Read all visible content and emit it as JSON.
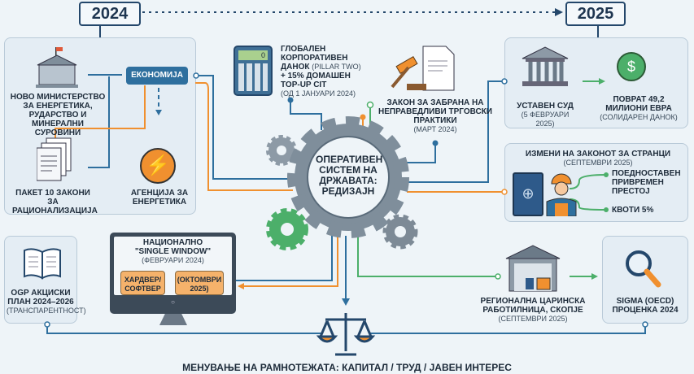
{
  "timeline": {
    "start_year": "2024",
    "end_year": "2025"
  },
  "left_panel": {
    "ministry": "НОВО МИНИСТЕРСТВО ЗА ЕНЕРГЕТИКА, РУДАРСТВО И МИНЕРАЛНИ СУРОВИНИ",
    "economy_badge": "ЕКОНОМИЈА",
    "laws_package": "ПАКЕТ 10 ЗАКОНИ ЗА РАЦИОНАЛИЗАЦИЈА",
    "energy_agency": "АГЕНЦИЈА ЗА ЕНЕРГЕТИКА"
  },
  "global_tax": {
    "title": "ГЛОБАЛЕН КОРПОРАТИВЕН ДАНОК",
    "sub1": "(PILLAR TWO)",
    "title2": "+ 15% ДОМАШЕН TOP-UP CIT",
    "date": "(ОД 1 ЈАНУАРИ 2024)",
    "calculator_display": "0"
  },
  "unfair_trade": {
    "title": "ЗАКОН ЗА ЗАБРАНА НА НЕПРАВЕДЛИВИ ТРГОВСКИ ПРАКТИКИ",
    "date": "(МАРТ 2024)"
  },
  "center": {
    "title": "ОПЕРАТИВЕН СИСТЕМ НА ДРЖАВАТА: РЕДИЗАЈН"
  },
  "court_panel": {
    "court": "УСТАВЕН СУД",
    "court_date": "(5 ФЕВРУАРИ 2025)",
    "refund": "ПОВРАТ 49,2 МИЛИОНИ ЕВРА",
    "refund_note": "(СОЛИДАРЕН ДАНОК)"
  },
  "foreigners_panel": {
    "title": "ИЗМЕНИ НА ЗАКОНОТ ЗА СТРАНЦИ",
    "date": "(СЕПТЕМВРИ 2025)",
    "item1": "ПОЕДНОСТАВЕН ПРИВРЕМЕН ПРЕСТОЈ",
    "item2": "КВОТИ 5%"
  },
  "ogp": {
    "title": "OGP АКЦИСКИ ПЛАН 2024–2026",
    "note": "(ТРАНСПАРЕНТНОСТ)"
  },
  "single_window": {
    "title": "НАЦИОНАЛНО \"SINGLE WINDOW\"",
    "date": "(ФЕВРУАРИ 2024)",
    "chip1": "ХАРДВЕР/ СОФТВЕР",
    "chip2": "(ОКТОМВРИ 2025)"
  },
  "customs": {
    "title": "РЕГИОНАЛНА ЦАРИНСКА РАБОТИЛНИЦА, СКОПЈЕ",
    "date": "(СЕПТЕМВРИ 2025)"
  },
  "sigma": {
    "title": "SIGMA (OECD) ПРОЦЕНКА 2024"
  },
  "footer": {
    "caption": "МЕНУВАЊЕ НА РАМНОТЕЖАТА: КАПИТАЛ / ТРУД / ЈАВЕН ИНТЕРЕС"
  },
  "colors": {
    "blue": "#2e6f9e",
    "orange": "#f0902f",
    "green": "#4caf6a",
    "navy": "#24476b"
  }
}
